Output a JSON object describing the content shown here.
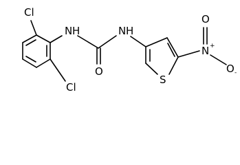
{
  "molecule": {
    "atoms": {
      "cl_top": "Cl",
      "cl_bottom": "Cl",
      "nh_left": "N",
      "h_left": "H",
      "nh_right": "N",
      "h_right": "H",
      "o_carbonyl": "O",
      "s_ring": "S",
      "n_nitro": "N",
      "n_nitro_charge": "+",
      "o_nitro_top": "O",
      "o_nitro_bottom": "O",
      "o_nitro_charge": "-"
    }
  }
}
